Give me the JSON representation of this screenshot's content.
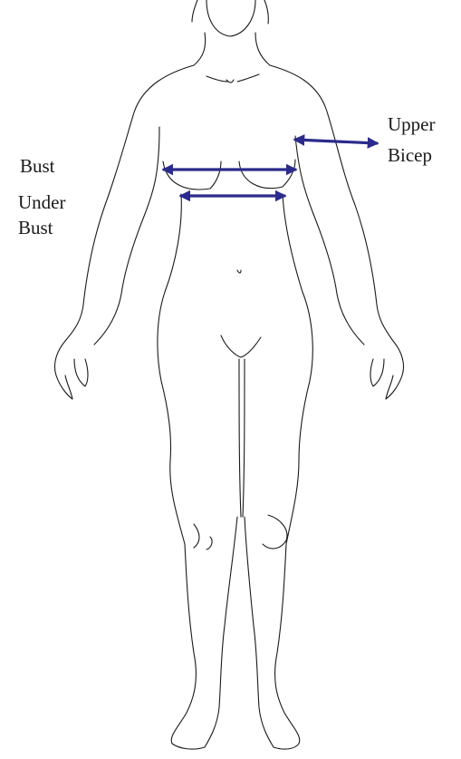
{
  "labels": {
    "bust": "Bust",
    "under_bust_line1": "Under",
    "under_bust_line2": "Bust",
    "upper_bicep_line1": "Upper",
    "upper_bicep_line2": "Bicep"
  },
  "colors": {
    "outline": "#1a1a1a",
    "measurement_arrow": "#2b2b8c",
    "background": "#ffffff"
  }
}
